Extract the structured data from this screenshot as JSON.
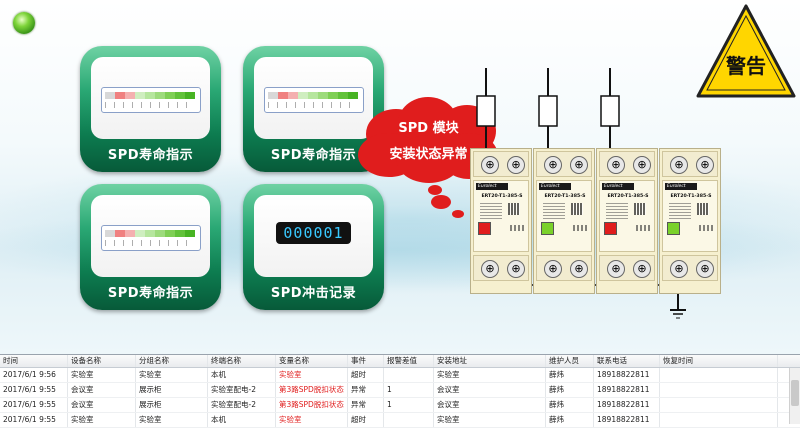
{
  "panel": {
    "status_led": "green",
    "tiles": [
      {
        "label": "SPD寿命指示",
        "kind": "life-gauge",
        "level": 0.45
      },
      {
        "label": "SPD寿命指示",
        "kind": "life-gauge",
        "level": 0.45
      },
      {
        "label": "SPD寿命指示",
        "kind": "life-gauge",
        "level": 0.45
      },
      {
        "label": "SPD冲击记录",
        "kind": "counter",
        "counter_value": "000001"
      }
    ],
    "alert_cloud": {
      "line1": "SPD 模块",
      "line2": "安装状态异常",
      "color": "#e01d1d"
    },
    "warning_sign": {
      "text": "警告",
      "color": "#ffd600"
    },
    "modules": [
      {
        "brand": "Eurolect",
        "model": "ERT20-T1-385-S",
        "status_color": "#e01d1d"
      },
      {
        "brand": "Eurolect",
        "model": "ERT20-T1-385-S",
        "status_color": "#7ad12a"
      },
      {
        "brand": "Eurolect",
        "model": "ERT20-T1-385-S",
        "status_color": "#e01d1d"
      },
      {
        "brand": "Eurolect",
        "model": "ERT20-T1-385-S",
        "status_color": "#7ad12a"
      }
    ]
  },
  "grid": {
    "columns": [
      "时间",
      "设备名称",
      "分组名称",
      "终端名称",
      "变量名称",
      "事件",
      "报警差值",
      "安装地址",
      "维护人员",
      "联系电话",
      "恢复时间"
    ],
    "rows": [
      [
        "2017/6/1  9:56",
        "实验室",
        "实验室",
        "本机",
        "实验室",
        "超时",
        "",
        "实验室",
        "薛炜",
        "18918822811",
        ""
      ],
      [
        "2017/6/1  9:55",
        "会议室",
        "展示柜",
        "实验室配电-2",
        "第3路SPD脱扣状态",
        "异常",
        "1",
        "会议室",
        "薛炜",
        "18918822811",
        ""
      ],
      [
        "2017/6/1  9:55",
        "会议室",
        "展示柜",
        "实验室配电-2",
        "第3路SPD脱扣状态",
        "异常",
        "1",
        "会议室",
        "薛炜",
        "18918822811",
        ""
      ],
      [
        "2017/6/1  9:55",
        "实验室",
        "实验室",
        "本机",
        "实验室",
        "超时",
        "",
        "实验室",
        "薛炜",
        "18918822811",
        ""
      ]
    ]
  }
}
